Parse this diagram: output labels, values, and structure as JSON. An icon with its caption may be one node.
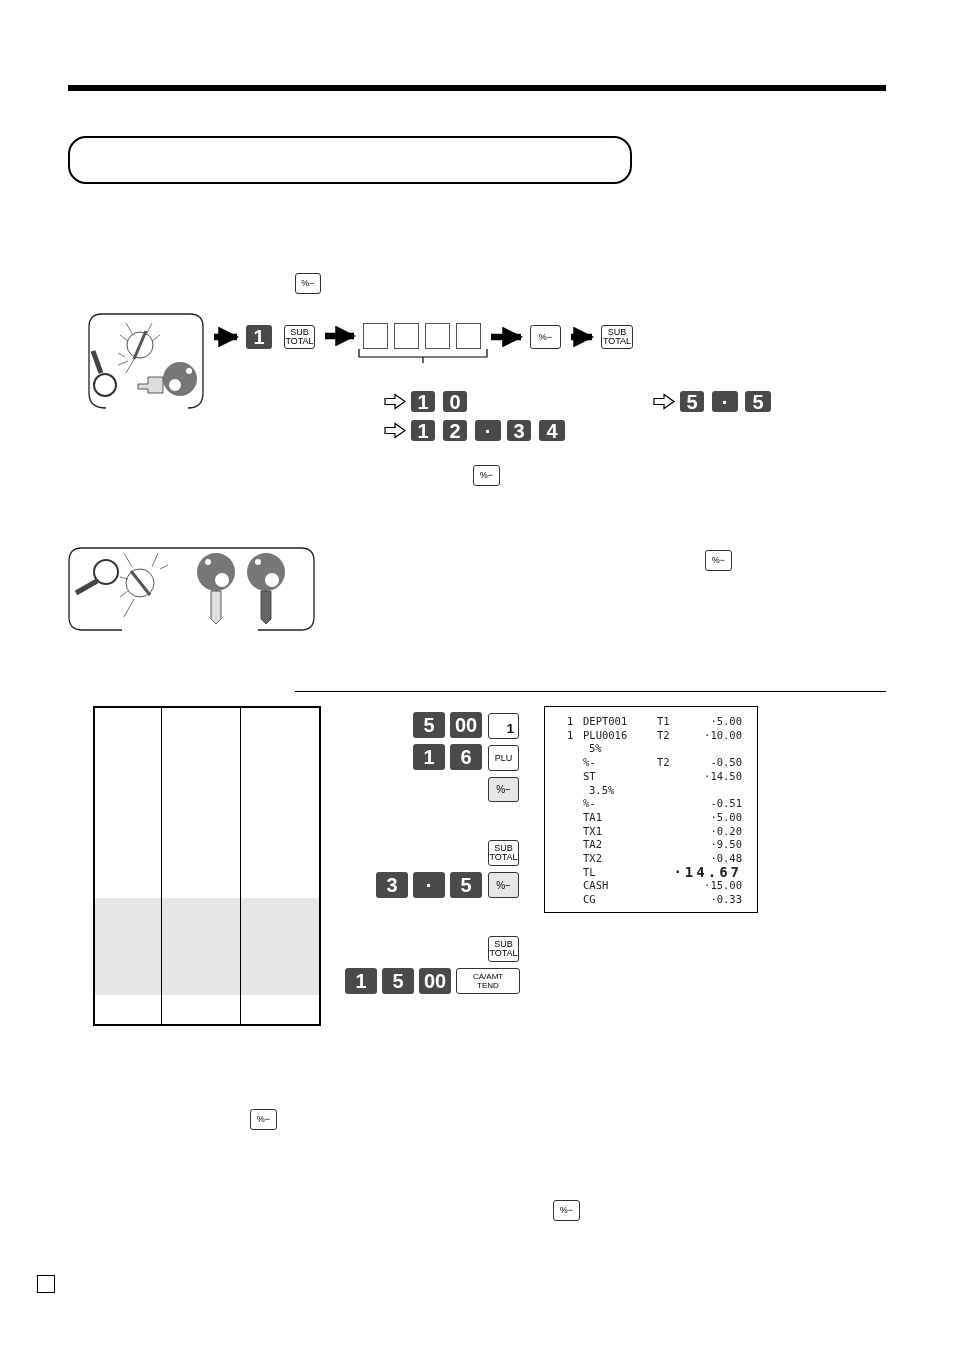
{
  "diagram": {
    "nodes": [
      {
        "text": [
          "%−"
        ]
      },
      {
        "text": [],
        "shape": "picture"
      },
      {
        "text": [
          "1"
        ]
      },
      {
        "text": [
          "SUB TOTAL"
        ]
      },
      {
        "text": [],
        "shape": "box"
      },
      {
        "text": [],
        "shape": "box"
      },
      {
        "text": [],
        "shape": "box"
      },
      {
        "text": [],
        "shape": "box"
      },
      {
        "text": [
          "%−"
        ]
      },
      {
        "text": [
          "SUB TOTAL"
        ]
      },
      {
        "text": [
          "1"
        ]
      },
      {
        "text": [
          "0"
        ]
      },
      {
        "text": [
          "5"
        ]
      },
      {
        "text": [
          "·"
        ]
      },
      {
        "text": [
          "5"
        ]
      },
      {
        "text": [
          "1"
        ]
      },
      {
        "text": [
          "2"
        ]
      },
      {
        "text": [
          "·"
        ]
      },
      {
        "text": [
          "3"
        ]
      },
      {
        "text": [
          "4"
        ]
      },
      {
        "text": [
          "%−"
        ]
      },
      {
        "text": [
          "%−"
        ]
      },
      {
        "text": [
          "5"
        ]
      },
      {
        "text": [
          "00"
        ]
      },
      {
        "text": [
          "1"
        ]
      },
      {
        "text": [
          "1"
        ]
      },
      {
        "text": [
          "6"
        ]
      },
      {
        "text": [
          "PLU"
        ]
      },
      {
        "text": [
          "%−"
        ]
      },
      {
        "text": [
          "1",
          "DEPT001",
          "T1",
          "·5.00",
          "1",
          "PLU0016",
          "T2",
          "·10.00",
          "5%",
          "%-",
          "T2",
          "-0.50",
          "ST",
          "·14.50",
          "3.5%",
          "%-",
          "-0.51",
          "TA1",
          "·5.00",
          "TX1",
          "·0.20",
          "TA2",
          "·9.50",
          "TX2",
          "·0.48",
          "TL",
          "·14.67",
          "CASH",
          "·15.00",
          "CG",
          "·0.33"
        ]
      },
      {
        "text": [
          "SUB TOTAL"
        ]
      },
      {
        "text": [
          "3"
        ]
      },
      {
        "text": [
          "·"
        ]
      },
      {
        "text": [
          "5"
        ]
      },
      {
        "text": [
          "%−"
        ]
      },
      {
        "text": [
          "SUB TOTAL"
        ]
      },
      {
        "text": [
          "1"
        ]
      },
      {
        "text": [
          "5"
        ]
      },
      {
        "text": [
          "00"
        ]
      },
      {
        "text": [
          "CA/AMT TEND"
        ]
      },
      {
        "text": [
          "%−"
        ]
      },
      {
        "text": [
          "%−"
        ]
      },
      {
        "text": [],
        "shape": "box"
      }
    ],
    "edges": [
      {
        "from": 1,
        "to": 2,
        "arrow": "to"
      },
      {
        "from": 3,
        "to": 4,
        "arrow": "to"
      },
      {
        "from": 7,
        "to": 8,
        "arrow": "to"
      },
      {
        "from": 8,
        "to": 9,
        "arrow": "to"
      },
      {
        "from": null,
        "to": 10,
        "arrow": "to"
      },
      {
        "from": null,
        "to": 12,
        "arrow": "to"
      },
      {
        "from": null,
        "to": 15,
        "arrow": "to"
      }
    ]
  }
}
